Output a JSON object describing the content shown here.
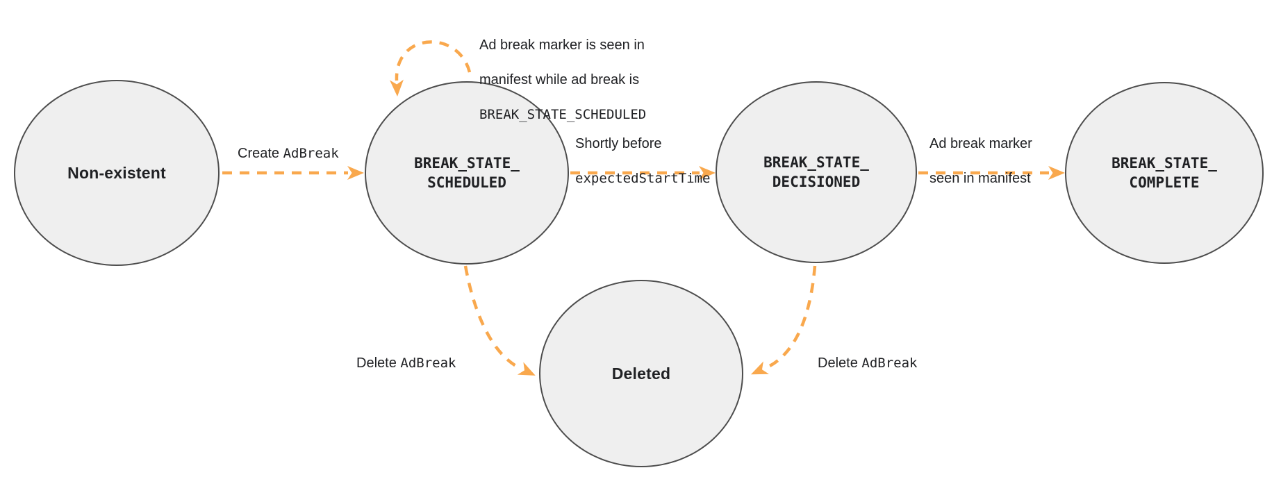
{
  "diagram": {
    "type": "state-diagram",
    "colors": {
      "edge": "#F9A84D",
      "node_fill": "#EFEFEF",
      "node_border": "#4D4D4D",
      "text": "#202124",
      "background": "#FFFFFF"
    },
    "nodes": [
      {
        "id": "non-existent",
        "label": "Non-existent",
        "style": "plain"
      },
      {
        "id": "break-state-scheduled",
        "label": "BREAK_STATE_\nSCHEDULED",
        "style": "code"
      },
      {
        "id": "break-state-decisioned",
        "label": "BREAK_STATE_\nDECISIONED",
        "style": "code"
      },
      {
        "id": "break-state-complete",
        "label": "BREAK_STATE_\nCOMPLETE",
        "style": "code"
      },
      {
        "id": "deleted",
        "label": "Deleted",
        "style": "plain"
      }
    ],
    "edges": [
      {
        "from": "non-existent",
        "to": "break-state-scheduled",
        "label": {
          "text": "Create ",
          "code": "AdBreak"
        }
      },
      {
        "from": "break-state-scheduled",
        "to": "break-state-scheduled",
        "label": {
          "line1": "Ad break marker is seen in",
          "line2": "manifest while ad break is",
          "code": "BREAK_STATE_SCHEDULED"
        }
      },
      {
        "from": "break-state-scheduled",
        "to": "break-state-decisioned",
        "label": {
          "line1": "Shortly before",
          "code": "expectedStartTime"
        }
      },
      {
        "from": "break-state-decisioned",
        "to": "break-state-complete",
        "label": {
          "line1": "Ad break marker",
          "line2": "seen in manifest"
        }
      },
      {
        "from": "break-state-scheduled",
        "to": "deleted",
        "label": {
          "text": "Delete ",
          "code": "AdBreak"
        }
      },
      {
        "from": "break-state-decisioned",
        "to": "deleted",
        "label": {
          "text": "Delete ",
          "code": "AdBreak"
        }
      }
    ]
  }
}
